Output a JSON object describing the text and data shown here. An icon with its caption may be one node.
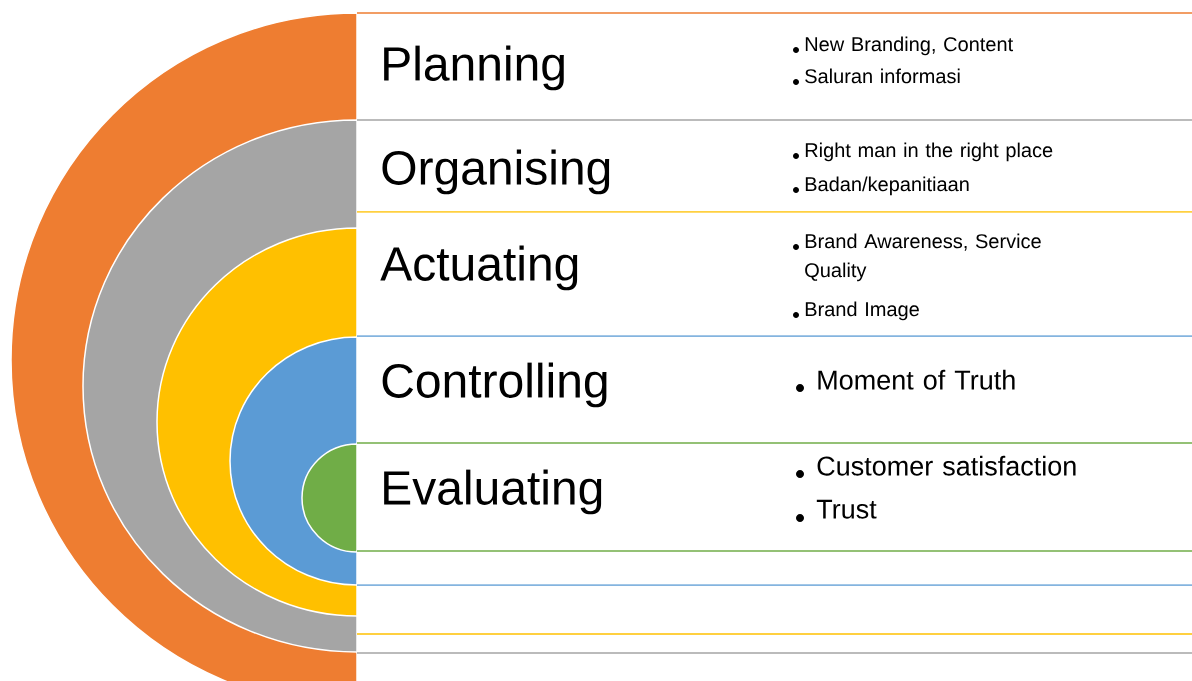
{
  "diagram": {
    "nodes": [
      {
        "text": [
          "Planning",
          "New Branding, Content",
          "Saluran informasi"
        ]
      },
      {
        "text": [
          "Organising",
          "Right man in the right place",
          "Badan/kepanitiaan"
        ],
        "in": 0
      },
      {
        "text": [
          "Actuating",
          "Brand Awareness, Service Quality",
          "Brand Image"
        ],
        "in": 1
      },
      {
        "text": [
          "Controlling",
          "Moment of Truth"
        ],
        "in": 2
      },
      {
        "text": [
          "Evaluating",
          "Customer satisfaction",
          "Trust"
        ],
        "in": 3
      }
    ]
  }
}
